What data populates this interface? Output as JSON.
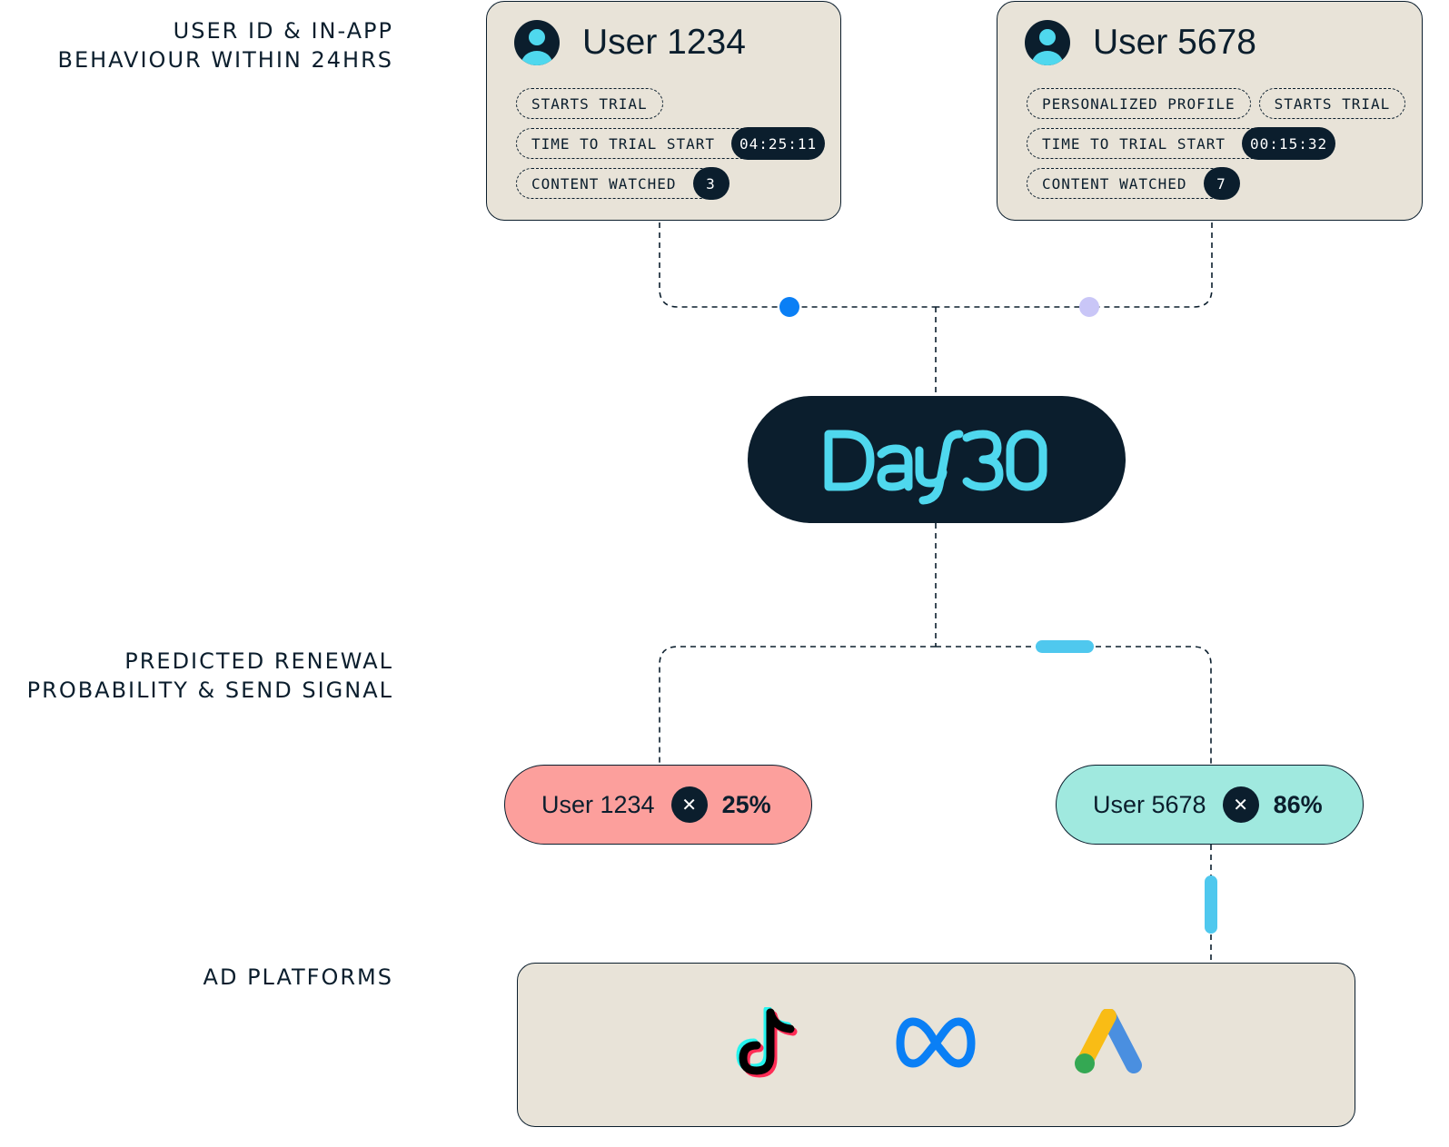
{
  "labels": {
    "input": [
      "USER ID & IN-APP",
      "BEHAVIOUR WITHIN 24HRS"
    ],
    "prediction": [
      "PREDICTED RENEWAL",
      "PROBABILITY & SEND SIGNAL"
    ],
    "ads": [
      "AD PLATFORMS"
    ]
  },
  "users": [
    {
      "title": "User 1234",
      "tags": [
        [
          {
            "label": "STARTS TRIAL"
          }
        ],
        [
          {
            "label": "TIME TO TRIAL START",
            "value": "04:25:11"
          }
        ],
        [
          {
            "label": "CONTENT WATCHED",
            "value": "3"
          }
        ]
      ]
    },
    {
      "title": "User 5678",
      "tags": [
        [
          {
            "label": "PERSONALIZED PROFILE"
          },
          {
            "label": "STARTS TRIAL"
          }
        ],
        [
          {
            "label": "TIME TO TRIAL START",
            "value": "00:15:32"
          }
        ],
        [
          {
            "label": "CONTENT WATCHED",
            "value": "7"
          }
        ]
      ]
    }
  ],
  "brand": {
    "text": "Day30",
    "color": "#4fd8ee"
  },
  "results": [
    {
      "user": "User 1234",
      "probability": "25%",
      "status_icon": "close-icon",
      "color": "#fc9f9c"
    },
    {
      "user": "User 5678",
      "probability": "86%",
      "status_icon": "close-icon",
      "color": "#a0e9df"
    }
  ],
  "ad_platforms": [
    {
      "icon": "tiktok-icon"
    },
    {
      "icon": "meta-icon"
    },
    {
      "icon": "google-ads-icon"
    }
  ],
  "colors": {
    "dark": "#0b1e2d",
    "card": "#e8e3d8",
    "accent_blue": "#0a7ff5",
    "accent_lilac": "#c9c6f7",
    "signal": "#4fc8ee"
  }
}
